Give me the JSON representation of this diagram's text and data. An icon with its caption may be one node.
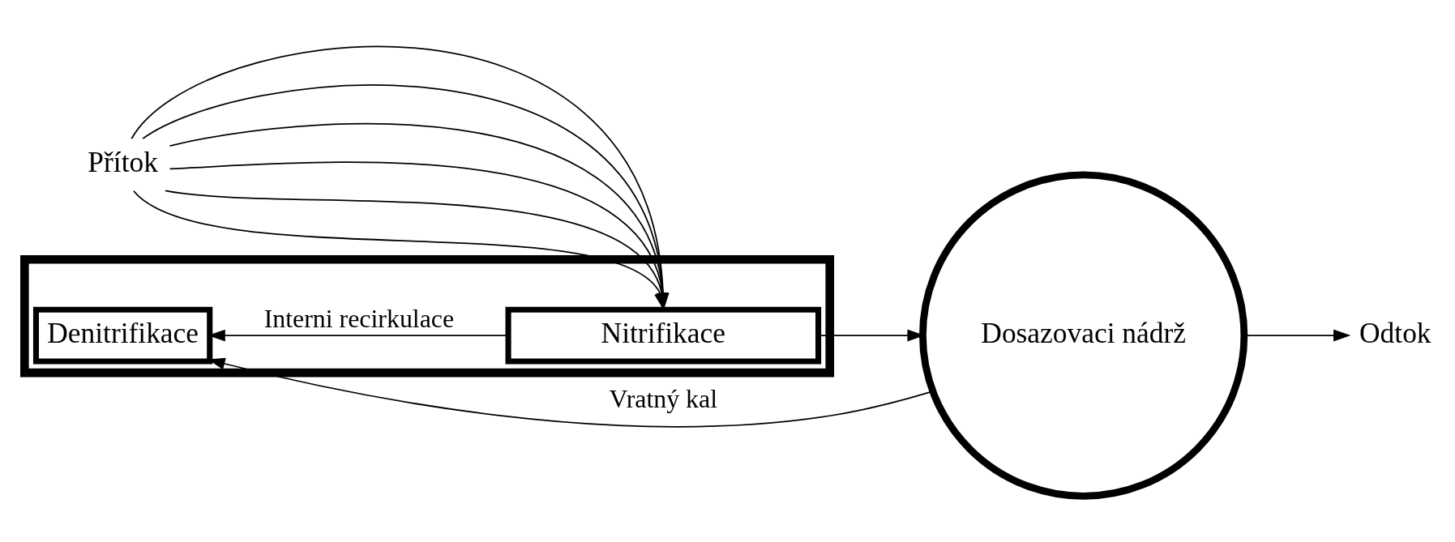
{
  "diagram": {
    "nodes": [
      {
        "text": [
          "Přítok"
        ]
      },
      {
        "text": [],
        "shape": "box"
      },
      {
        "text": [
          "Denitrifikace"
        ],
        "in": 1
      },
      {
        "text": [
          "Nitrifikace"
        ],
        "in": 1
      },
      {
        "text": [
          "Dosazovaci nádrž"
        ]
      },
      {
        "text": [
          "Odtok"
        ]
      }
    ],
    "edges": [
      {
        "from": 0,
        "to": 3,
        "arrow": "to"
      },
      {
        "from": 0,
        "to": 3,
        "arrow": "to"
      },
      {
        "from": 0,
        "to": 3,
        "arrow": "to"
      },
      {
        "from": 0,
        "to": 3,
        "arrow": "to"
      },
      {
        "from": 0,
        "to": 3,
        "arrow": "to"
      },
      {
        "from": 0,
        "to": 3,
        "arrow": "to"
      },
      {
        "from": 3,
        "to": 4,
        "arrow": "to"
      },
      {
        "from": 4,
        "to": 5,
        "arrow": "to"
      },
      {
        "from": 3,
        "to": 2,
        "arrow": "to",
        "label": "Interni recirkulace"
      },
      {
        "from": 4,
        "to": 2,
        "arrow": "to",
        "label": "Vratný kal"
      }
    ]
  }
}
